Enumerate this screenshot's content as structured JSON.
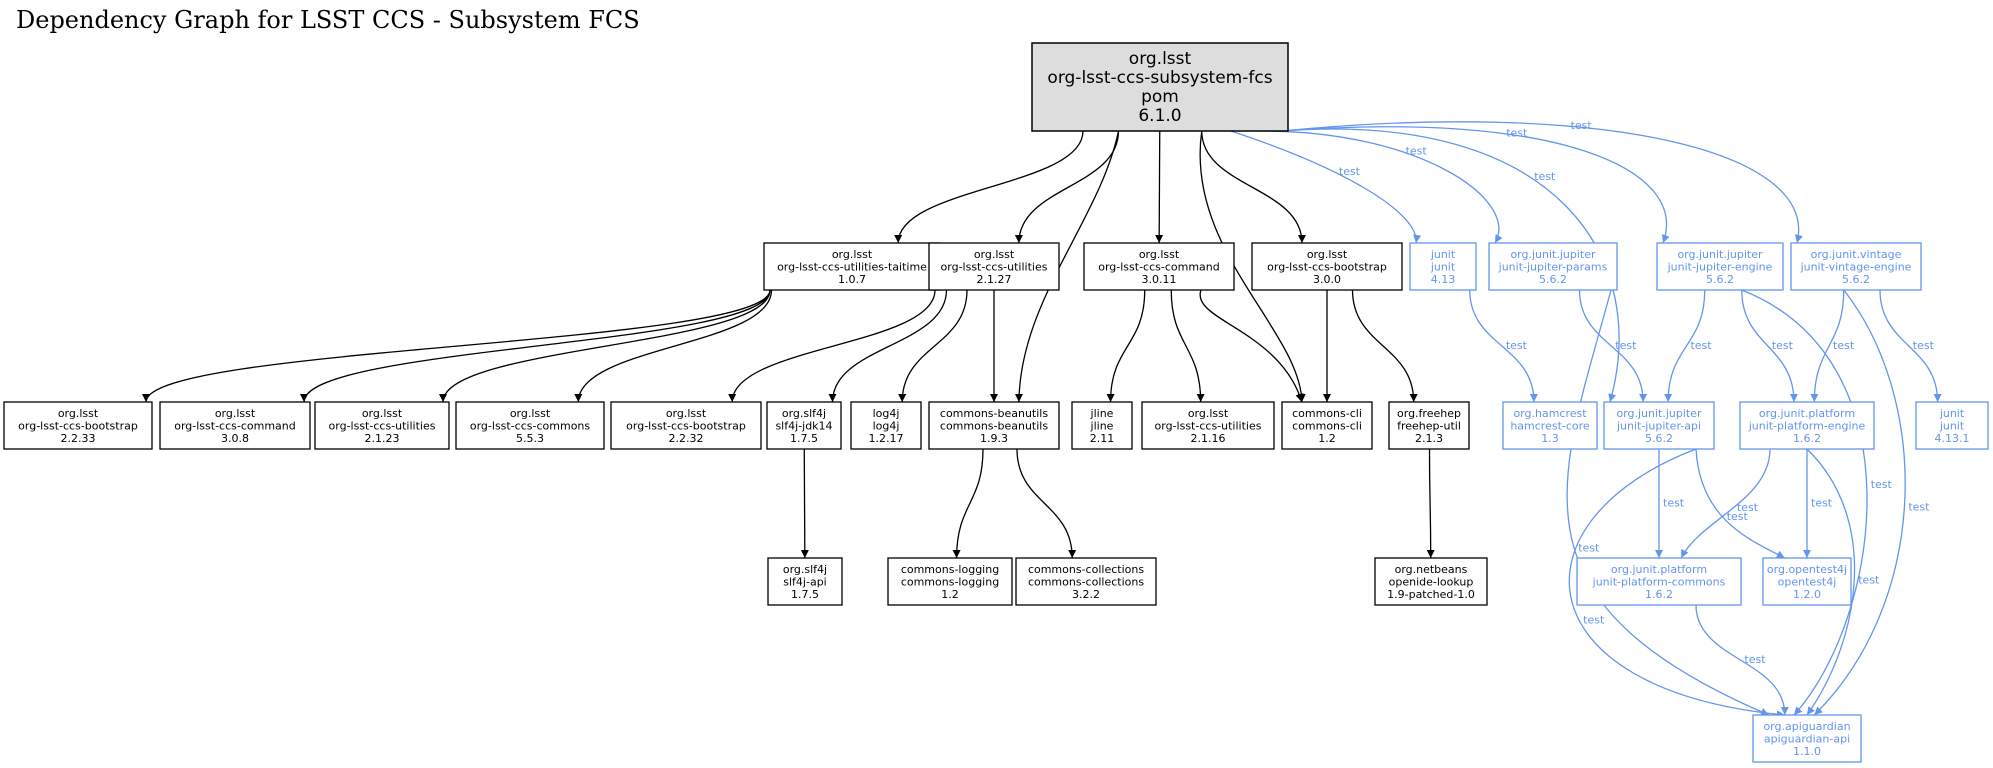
{
  "title": "Dependency Graph for LSST CCS - Subsystem FCS",
  "edge_label_test": "test",
  "colors": {
    "compile": "#000000",
    "test": "#6495ed",
    "root_fill": "#dddddd",
    "node_fill": "#ffffff"
  },
  "root": {
    "lines": [
      "org.lsst",
      "org-lsst-ccs-subsystem-fcs",
      "pom",
      "6.1.0"
    ]
  },
  "nodes": {
    "taitime": {
      "scope": "compile",
      "lines": [
        "org.lsst",
        "org-lsst-ccs-utilities-taitime",
        "1.0.7"
      ]
    },
    "utilities2127": {
      "scope": "compile",
      "lines": [
        "org.lsst",
        "org-lsst-ccs-utilities",
        "2.1.27"
      ]
    },
    "command3011": {
      "scope": "compile",
      "lines": [
        "org.lsst",
        "org-lsst-ccs-command",
        "3.0.11"
      ]
    },
    "bootstrap300": {
      "scope": "compile",
      "lines": [
        "org.lsst",
        "org-lsst-ccs-bootstrap",
        "3.0.0"
      ]
    },
    "junit413": {
      "scope": "test",
      "lines": [
        "junit",
        "junit",
        "4.13"
      ]
    },
    "jupiterParams": {
      "scope": "test",
      "lines": [
        "org.junit.jupiter",
        "junit-jupiter-params",
        "5.6.2"
      ]
    },
    "jupiterEngine": {
      "scope": "test",
      "lines": [
        "org.junit.jupiter",
        "junit-jupiter-engine",
        "5.6.2"
      ]
    },
    "vintageEngine": {
      "scope": "test",
      "lines": [
        "org.junit.vintage",
        "junit-vintage-engine",
        "5.6.2"
      ]
    },
    "bootstrap2233": {
      "scope": "compile",
      "lines": [
        "org.lsst",
        "org-lsst-ccs-bootstrap",
        "2.2.33"
      ]
    },
    "command308": {
      "scope": "compile",
      "lines": [
        "org.lsst",
        "org-lsst-ccs-command",
        "3.0.8"
      ]
    },
    "utilities2123": {
      "scope": "compile",
      "lines": [
        "org.lsst",
        "org-lsst-ccs-utilities",
        "2.1.23"
      ]
    },
    "commons553": {
      "scope": "compile",
      "lines": [
        "org.lsst",
        "org-lsst-ccs-commons",
        "5.5.3"
      ]
    },
    "bootstrap2232": {
      "scope": "compile",
      "lines": [
        "org.lsst",
        "org-lsst-ccs-bootstrap",
        "2.2.32"
      ]
    },
    "slf4jJdk14": {
      "scope": "compile",
      "lines": [
        "org.slf4j",
        "slf4j-jdk14",
        "1.7.5"
      ]
    },
    "log4j": {
      "scope": "compile",
      "lines": [
        "log4j",
        "log4j",
        "1.2.17"
      ]
    },
    "beanutils": {
      "scope": "compile",
      "lines": [
        "commons-beanutils",
        "commons-beanutils",
        "1.9.3"
      ]
    },
    "jline": {
      "scope": "compile",
      "lines": [
        "jline",
        "jline",
        "2.11"
      ]
    },
    "utilities2116": {
      "scope": "compile",
      "lines": [
        "org.lsst",
        "org-lsst-ccs-utilities",
        "2.1.16"
      ]
    },
    "commonsCli": {
      "scope": "compile",
      "lines": [
        "commons-cli",
        "commons-cli",
        "1.2"
      ]
    },
    "freehep": {
      "scope": "compile",
      "lines": [
        "org.freehep",
        "freehep-util",
        "2.1.3"
      ]
    },
    "hamcrest": {
      "scope": "test",
      "lines": [
        "org.hamcrest",
        "hamcrest-core",
        "1.3"
      ]
    },
    "jupiterApi": {
      "scope": "test",
      "lines": [
        "org.junit.jupiter",
        "junit-jupiter-api",
        "5.6.2"
      ]
    },
    "platformEngine": {
      "scope": "test",
      "lines": [
        "org.junit.platform",
        "junit-platform-engine",
        "1.6.2"
      ]
    },
    "junit4131": {
      "scope": "test",
      "lines": [
        "junit",
        "junit",
        "4.13.1"
      ]
    },
    "slf4jApi": {
      "scope": "compile",
      "lines": [
        "org.slf4j",
        "slf4j-api",
        "1.7.5"
      ]
    },
    "commonsLogging": {
      "scope": "compile",
      "lines": [
        "commons-logging",
        "commons-logging",
        "1.2"
      ]
    },
    "commonsCollections": {
      "scope": "compile",
      "lines": [
        "commons-collections",
        "commons-collections",
        "3.2.2"
      ]
    },
    "openideLookup": {
      "scope": "compile",
      "lines": [
        "org.netbeans",
        "openide-lookup",
        "1.9-patched-1.0"
      ]
    },
    "platformCommons": {
      "scope": "test",
      "lines": [
        "org.junit.platform",
        "junit-platform-commons",
        "1.6.2"
      ]
    },
    "opentest4j": {
      "scope": "test",
      "lines": [
        "org.opentest4j",
        "opentest4j",
        "1.2.0"
      ]
    },
    "apiguardian": {
      "scope": "test",
      "lines": [
        "org.apiguardian",
        "apiguardian-api",
        "1.1.0"
      ]
    }
  },
  "edges": [
    {
      "from": "root",
      "to": "taitime",
      "scope": "compile"
    },
    {
      "from": "root",
      "to": "utilities2127",
      "scope": "compile"
    },
    {
      "from": "root",
      "to": "beanutils",
      "scope": "compile"
    },
    {
      "from": "root",
      "to": "command3011",
      "scope": "compile"
    },
    {
      "from": "root",
      "to": "commonsCli",
      "scope": "compile"
    },
    {
      "from": "root",
      "to": "bootstrap300",
      "scope": "compile"
    },
    {
      "from": "root",
      "to": "junit413",
      "scope": "test",
      "label": "test"
    },
    {
      "from": "root",
      "to": "jupiterParams",
      "scope": "test",
      "label": "test"
    },
    {
      "from": "root",
      "to": "jupiterApi",
      "scope": "test",
      "label": "test"
    },
    {
      "from": "root",
      "to": "jupiterEngine",
      "scope": "test",
      "label": "test"
    },
    {
      "from": "root",
      "to": "vintageEngine",
      "scope": "test",
      "label": "test"
    },
    {
      "from": "taitime",
      "to": "bootstrap2233",
      "scope": "compile"
    },
    {
      "from": "taitime",
      "to": "command308",
      "scope": "compile"
    },
    {
      "from": "taitime",
      "to": "utilities2123",
      "scope": "compile"
    },
    {
      "from": "taitime",
      "to": "commons553",
      "scope": "compile"
    },
    {
      "from": "utilities2127",
      "to": "bootstrap2232",
      "scope": "compile"
    },
    {
      "from": "utilities2127",
      "to": "slf4jJdk14",
      "scope": "compile"
    },
    {
      "from": "utilities2127",
      "to": "log4j",
      "scope": "compile"
    },
    {
      "from": "utilities2127",
      "to": "beanutils",
      "scope": "compile"
    },
    {
      "from": "command3011",
      "to": "jline",
      "scope": "compile"
    },
    {
      "from": "command3011",
      "to": "utilities2116",
      "scope": "compile"
    },
    {
      "from": "command3011",
      "to": "commonsCli",
      "scope": "compile"
    },
    {
      "from": "bootstrap300",
      "to": "commonsCli",
      "scope": "compile"
    },
    {
      "from": "bootstrap300",
      "to": "freehep",
      "scope": "compile"
    },
    {
      "from": "slf4jJdk14",
      "to": "slf4jApi",
      "scope": "compile"
    },
    {
      "from": "beanutils",
      "to": "commonsLogging",
      "scope": "compile"
    },
    {
      "from": "beanutils",
      "to": "commonsCollections",
      "scope": "compile"
    },
    {
      "from": "freehep",
      "to": "openideLookup",
      "scope": "compile"
    },
    {
      "from": "junit413",
      "to": "hamcrest",
      "scope": "test",
      "label": "test"
    },
    {
      "from": "jupiterParams",
      "to": "jupiterApi",
      "scope": "test",
      "label": "test"
    },
    {
      "from": "jupiterParams",
      "to": "apiguardian",
      "scope": "test",
      "label": "test"
    },
    {
      "from": "jupiterEngine",
      "to": "jupiterApi",
      "scope": "test",
      "label": "test"
    },
    {
      "from": "jupiterEngine",
      "to": "platformEngine",
      "scope": "test",
      "label": "test"
    },
    {
      "from": "jupiterEngine",
      "to": "apiguardian",
      "scope": "test",
      "label": "test"
    },
    {
      "from": "vintageEngine",
      "to": "platformEngine",
      "scope": "test",
      "label": "test"
    },
    {
      "from": "vintageEngine",
      "to": "junit4131",
      "scope": "test",
      "label": "test"
    },
    {
      "from": "vintageEngine",
      "to": "apiguardian",
      "scope": "test",
      "label": "test"
    },
    {
      "from": "jupiterApi",
      "to": "platformCommons",
      "scope": "test",
      "label": "test"
    },
    {
      "from": "jupiterApi",
      "to": "opentest4j",
      "scope": "test",
      "label": "test"
    },
    {
      "from": "jupiterApi",
      "to": "apiguardian",
      "scope": "test",
      "label": "test"
    },
    {
      "from": "platformEngine",
      "to": "platformCommons",
      "scope": "test",
      "label": "test"
    },
    {
      "from": "platformEngine",
      "to": "opentest4j",
      "scope": "test",
      "label": "test"
    },
    {
      "from": "platformEngine",
      "to": "apiguardian",
      "scope": "test",
      "label": "test"
    },
    {
      "from": "platformCommons",
      "to": "apiguardian",
      "scope": "test",
      "label": "test"
    }
  ]
}
